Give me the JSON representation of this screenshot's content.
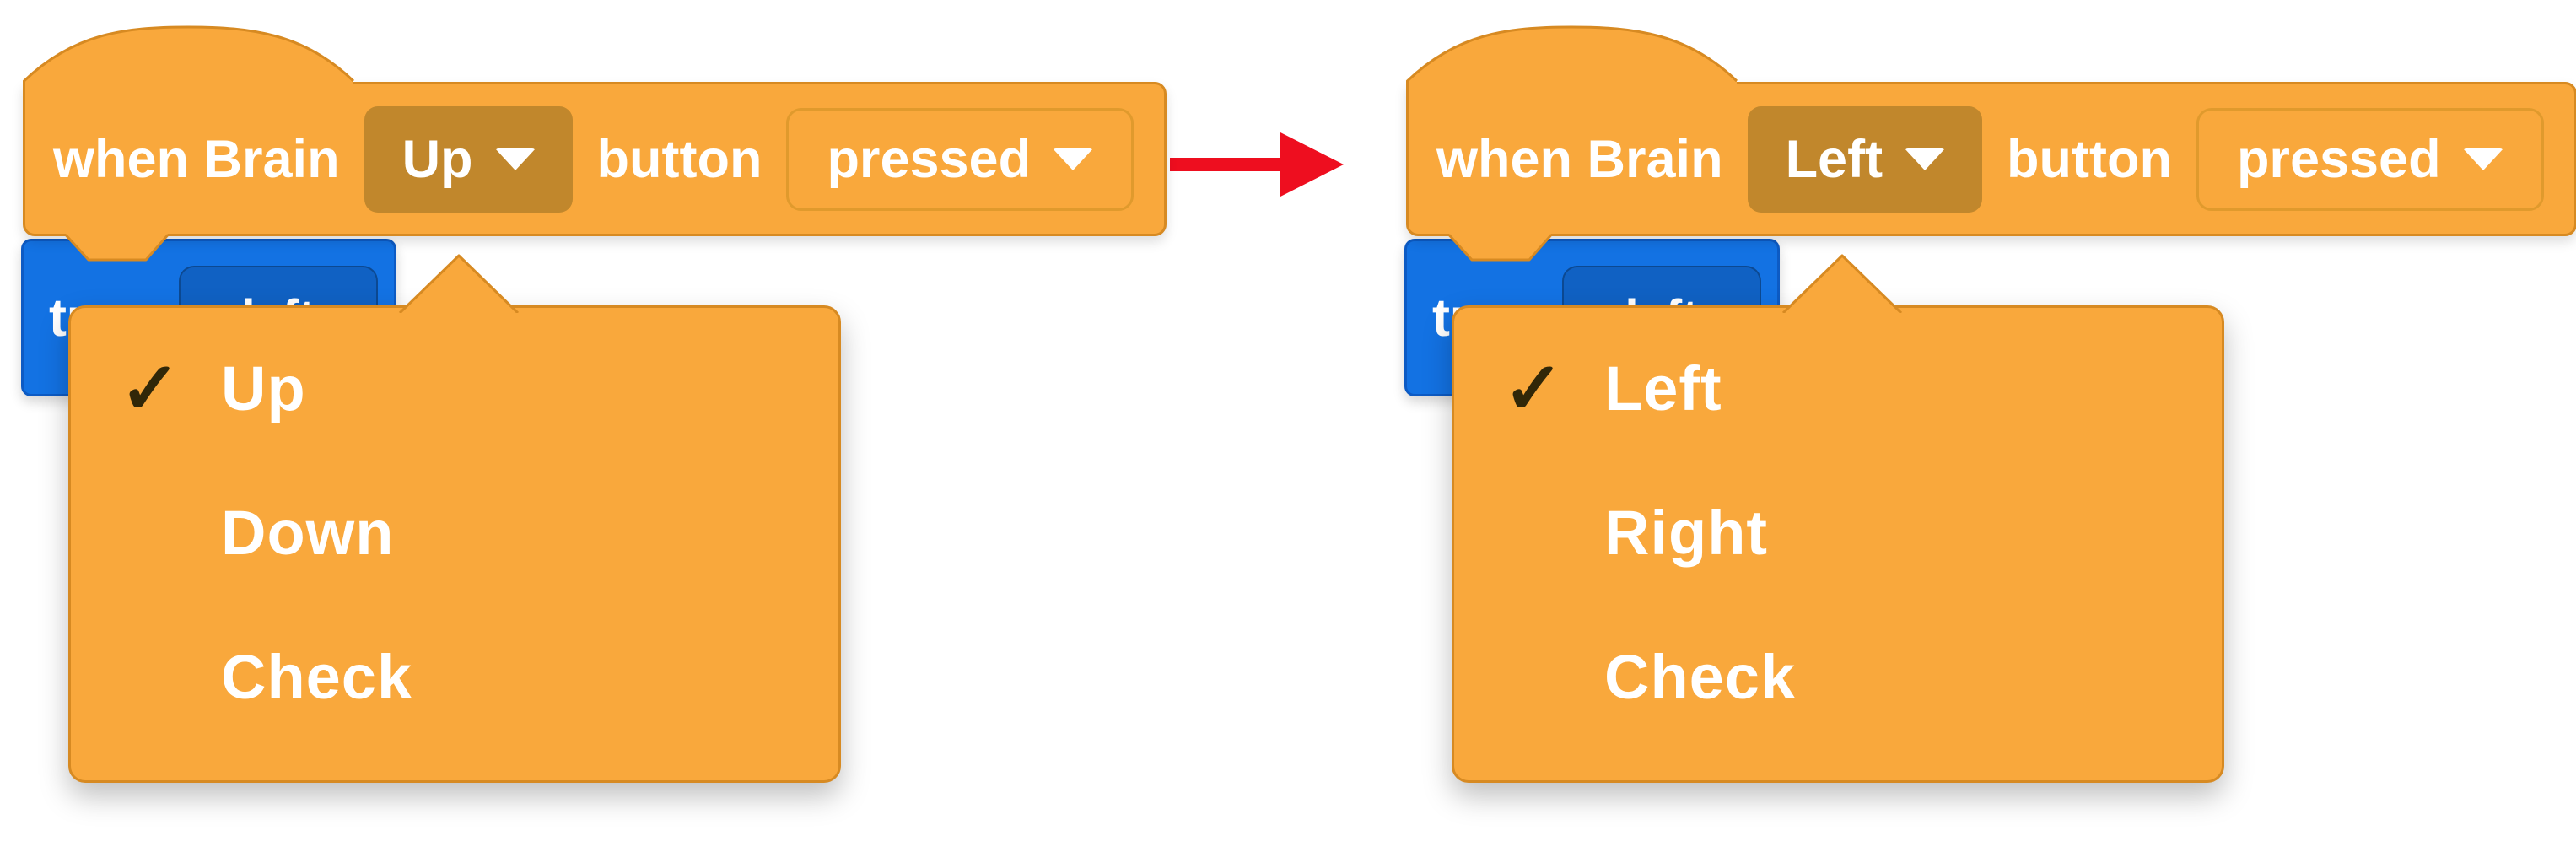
{
  "canvas": {
    "background": "#ffffff"
  },
  "colors": {
    "block_orange": "#F9A83C",
    "block_orange_border": "#D78A22",
    "selected_dropdown_shadow": "#C1872C",
    "outlined_dropdown_border": "#E09A2D",
    "block_blue": "#1372E3",
    "block_blue_border": "#0D5BC4",
    "arrow_red": "#EE0E1F",
    "checkmark_dark": "#312708",
    "text_white": "#FFFFFF"
  },
  "glyphs": {
    "check": "✓"
  },
  "left_script": {
    "hat_block": {
      "prefix": "when Brain",
      "button_select": {
        "value": "Up"
      },
      "middle": "button",
      "state_select": {
        "value": "pressed"
      }
    },
    "turn_block": {
      "label": "turn",
      "field_value": "left"
    },
    "dropdown_menu": {
      "items": [
        {
          "label": "Up",
          "checked": true
        },
        {
          "label": "Down",
          "checked": false
        },
        {
          "label": "Check",
          "checked": false
        }
      ]
    }
  },
  "right_script": {
    "hat_block": {
      "prefix": "when Brain",
      "button_select": {
        "value": "Left"
      },
      "middle": "button",
      "state_select": {
        "value": "pressed"
      }
    },
    "turn_block": {
      "label": "turn",
      "field_value": "left"
    },
    "dropdown_menu": {
      "items": [
        {
          "label": "Left",
          "checked": true
        },
        {
          "label": "Right",
          "checked": false
        },
        {
          "label": "Check",
          "checked": false
        }
      ]
    }
  },
  "arrow": {
    "direction": "right"
  }
}
